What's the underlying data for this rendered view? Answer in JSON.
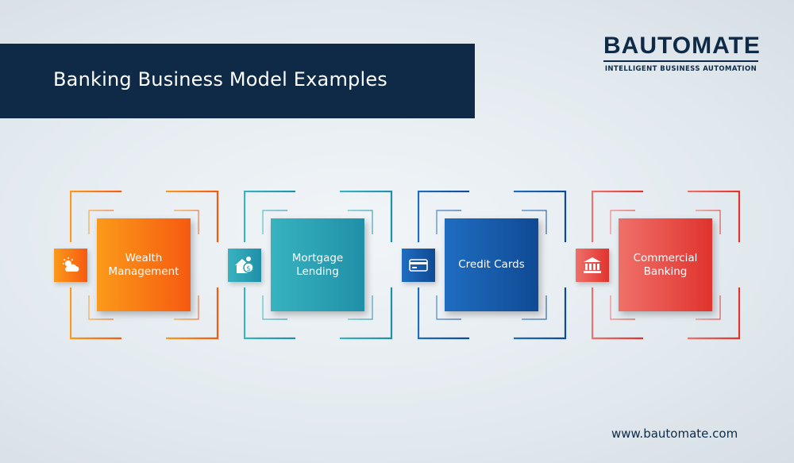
{
  "title": "Banking Business Model Examples",
  "logo": {
    "name": "BAUTOMATE",
    "tagline": "INTELLIGENT BUSINESS AUTOMATION"
  },
  "website": "www.bautomate.com",
  "cards": [
    {
      "label_line1": "Wealth",
      "label_line2": "Management",
      "icon": "sun-cloud-icon",
      "color_start": "#fb9a1a",
      "color_end": "#f65a10"
    },
    {
      "label_line1": "Mortgage",
      "label_line2": "Lending",
      "icon": "house-dollar-icon",
      "color_start": "#38b3bf",
      "color_end": "#1f8fa8"
    },
    {
      "label_line1": "Credit Cards",
      "label_line2": "",
      "icon": "credit-card-icon",
      "color_start": "#1f6dc0",
      "color_end": "#0f4a94"
    },
    {
      "label_line1": "Commercial",
      "label_line2": "Banking",
      "icon": "bank-building-icon",
      "color_start": "#f0706a",
      "color_end": "#e0332d"
    }
  ]
}
